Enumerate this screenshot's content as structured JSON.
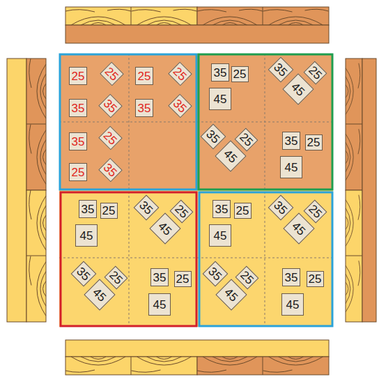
{
  "diagram": {
    "nodes": [
      {
        "text": [
          "25"
        ]
      },
      {
        "text": [
          "25"
        ]
      },
      {
        "text": [
          "25"
        ]
      },
      {
        "text": [
          "25"
        ]
      },
      {
        "text": [
          "35"
        ]
      },
      {
        "text": [
          "35"
        ]
      },
      {
        "text": [
          "35"
        ]
      },
      {
        "text": [
          "35"
        ]
      },
      {
        "text": [
          "35"
        ]
      },
      {
        "text": [
          "25"
        ]
      },
      {
        "text": [
          "25"
        ]
      },
      {
        "text": [
          "35"
        ]
      },
      {
        "text": [
          "35"
        ]
      },
      {
        "text": [
          "25"
        ]
      },
      {
        "text": [
          "45"
        ]
      },
      {
        "text": [
          "35"
        ]
      },
      {
        "text": [
          "25"
        ]
      },
      {
        "text": [
          "45"
        ]
      },
      {
        "text": [
          "35"
        ]
      },
      {
        "text": [
          "25"
        ]
      },
      {
        "text": [
          "45"
        ]
      },
      {
        "text": [
          "35"
        ]
      },
      {
        "text": [
          "25"
        ]
      },
      {
        "text": [
          "45"
        ]
      },
      {
        "text": [
          "35"
        ]
      },
      {
        "text": [
          "25"
        ]
      },
      {
        "text": [
          "45"
        ]
      },
      {
        "text": [
          "35"
        ]
      },
      {
        "text": [
          "25"
        ]
      },
      {
        "text": [
          "45"
        ]
      },
      {
        "text": [
          "35"
        ]
      },
      {
        "text": [
          "25"
        ]
      },
      {
        "text": [
          "45"
        ]
      },
      {
        "text": [
          "35"
        ]
      },
      {
        "text": [
          "25"
        ]
      },
      {
        "text": [
          "45"
        ]
      },
      {
        "text": [
          "35"
        ]
      },
      {
        "text": [
          "25"
        ]
      },
      {
        "text": [
          "45"
        ]
      },
      {
        "text": [
          "35"
        ]
      },
      {
        "text": [
          "25"
        ]
      },
      {
        "text": [
          "45"
        ]
      },
      {
        "text": [
          "35"
        ]
      },
      {
        "text": [
          "25"
        ]
      },
      {
        "text": [
          "45"
        ]
      },
      {
        "text": [
          "35"
        ]
      },
      {
        "text": [
          "25"
        ]
      },
      {
        "text": [
          "45"
        ]
      }
    ]
  }
}
